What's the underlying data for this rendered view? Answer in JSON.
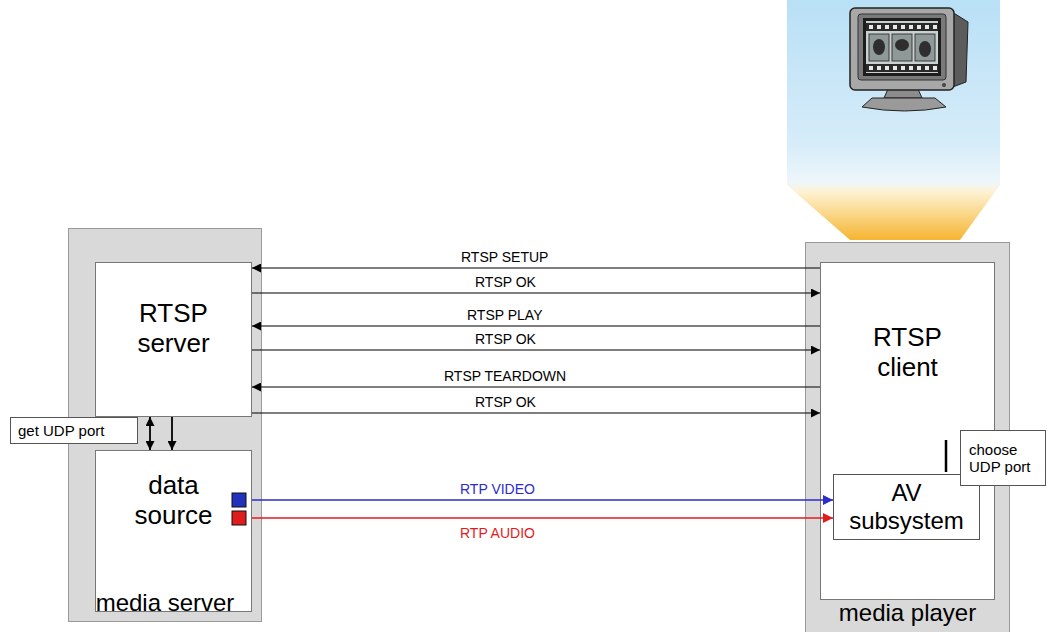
{
  "diagram": {
    "nodes": [
      {
        "text": [
          "media server"
        ]
      },
      {
        "text": [
          "RTSP server"
        ],
        "in": 0
      },
      {
        "text": [
          "get UDP port"
        ]
      },
      {
        "text": [
          "data source"
        ],
        "in": 0
      },
      {
        "text": [
          "media player"
        ]
      },
      {
        "text": [
          "RTSP client"
        ],
        "in": 4
      },
      {
        "text": [
          "choose UDP port"
        ]
      },
      {
        "text": [
          "AV subsystem"
        ],
        "in": 5
      }
    ],
    "edges": [
      {
        "from": 5,
        "to": 1,
        "arrow": "to",
        "label": "RTSP SETUP"
      },
      {
        "from": 1,
        "to": 5,
        "arrow": "to",
        "label": "RTSP OK"
      },
      {
        "from": 5,
        "to": 1,
        "arrow": "to",
        "label": "RTSP PLAY"
      },
      {
        "from": 1,
        "to": 5,
        "arrow": "to",
        "label": "RTSP OK"
      },
      {
        "from": 5,
        "to": 1,
        "arrow": "to",
        "label": "RTSP TEARDOWN"
      },
      {
        "from": 1,
        "to": 5,
        "arrow": "to",
        "label": "RTSP OK"
      },
      {
        "from": 1,
        "to": 3,
        "arrow": "both"
      },
      {
        "from": 1,
        "to": 3,
        "arrow": "to"
      },
      {
        "from": 3,
        "to": 7,
        "arrow": "to",
        "label": "RTP VIDEO"
      },
      {
        "from": 3,
        "to": 7,
        "arrow": "to",
        "label": "RTP AUDIO"
      }
    ]
  }
}
